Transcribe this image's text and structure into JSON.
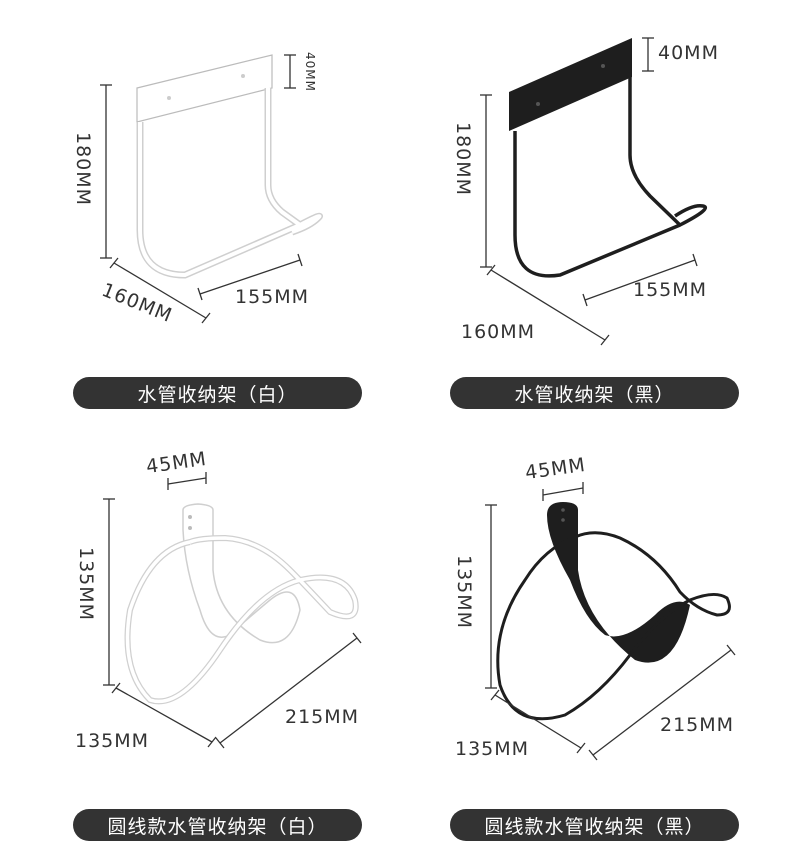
{
  "products": [
    {
      "name": "水管收纳架（白）",
      "variant": "white",
      "dims": {
        "height": "180MM",
        "top": "40MM",
        "depth": "160MM",
        "width": "155MM"
      }
    },
    {
      "name": "水管收纳架（黑）",
      "variant": "black",
      "dims": {
        "height": "180MM",
        "top": "40MM",
        "depth": "160MM",
        "width": "155MM"
      }
    },
    {
      "name": "圆线款水管收纳架（白）",
      "variant": "white",
      "dims": {
        "top": "45MM",
        "height": "135MM",
        "depth": "135MM",
        "width": "215MM"
      }
    },
    {
      "name": "圆线款水管收纳架（黑）",
      "variant": "black",
      "dims": {
        "top": "45MM",
        "height": "135MM",
        "depth": "135MM",
        "width": "215MM"
      }
    }
  ],
  "colors": {
    "white_rack": "#ffffff",
    "black_rack": "#1e1e1e",
    "line": "#333333",
    "pill": "#333333"
  }
}
